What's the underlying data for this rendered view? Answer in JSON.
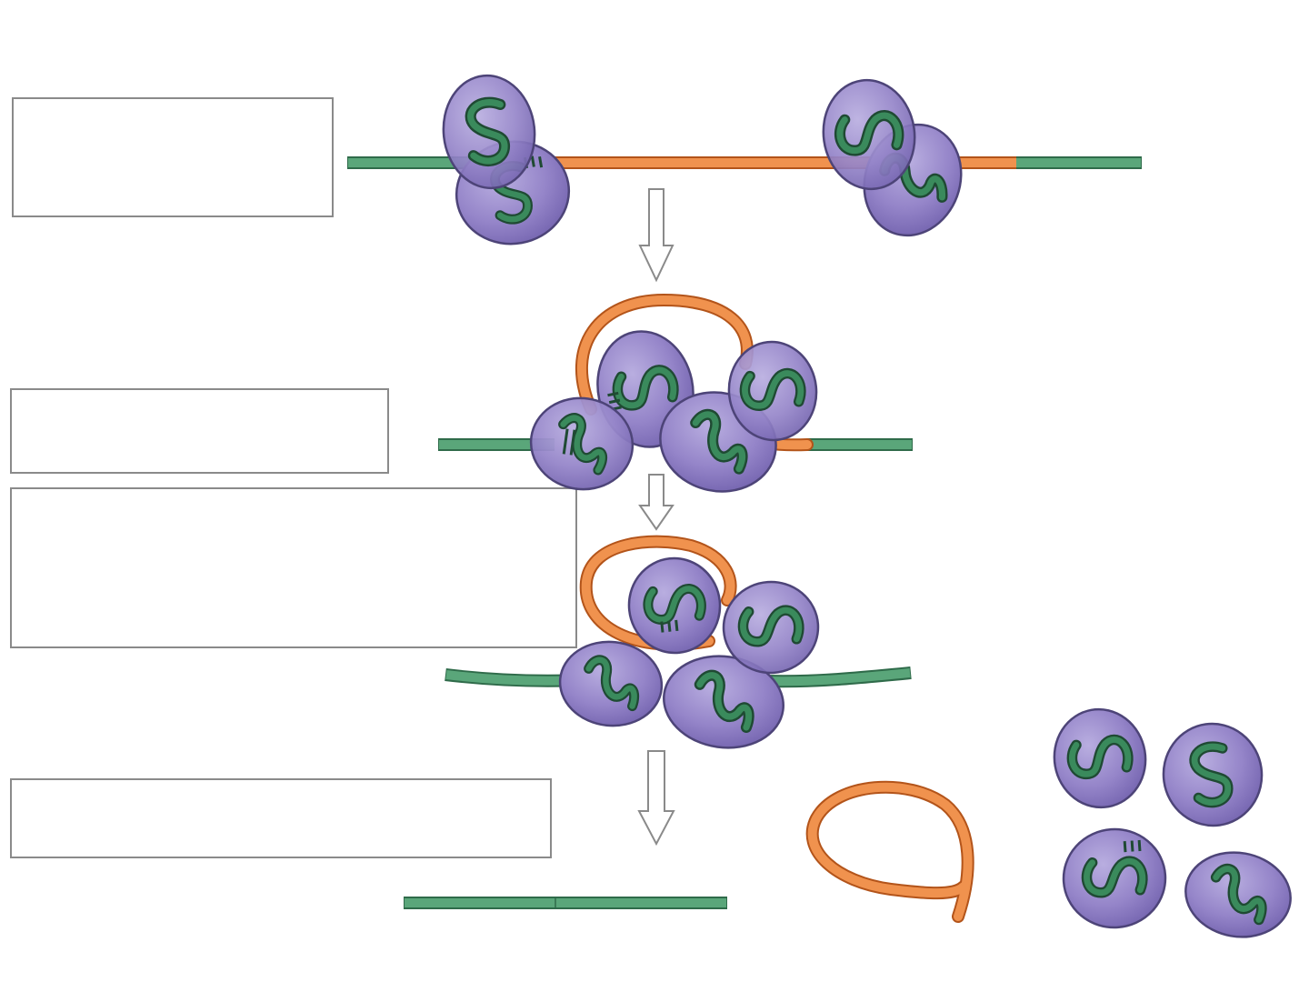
{
  "figure": {
    "colors": {
      "exon": "#5aa67a",
      "exon_dark": "#2f6b4a",
      "intron": "#f0924e",
      "intron_dark": "#b3541a",
      "protein": "#9585c9",
      "protein_edge": "#4d4478",
      "box_border": "#8a8a8a",
      "arrow_border": "#8a8a8a"
    },
    "label_boxes": [
      {
        "id": "step-1",
        "text": ""
      },
      {
        "id": "step-2",
        "text": ""
      },
      {
        "id": "step-3",
        "text": ""
      },
      {
        "id": "step-4",
        "text": ""
      }
    ],
    "icons": {
      "arrow": "down-arrow-icon",
      "protein": "snrnp-protein-icon",
      "rna_motif": "snrna-coil-icon"
    }
  }
}
